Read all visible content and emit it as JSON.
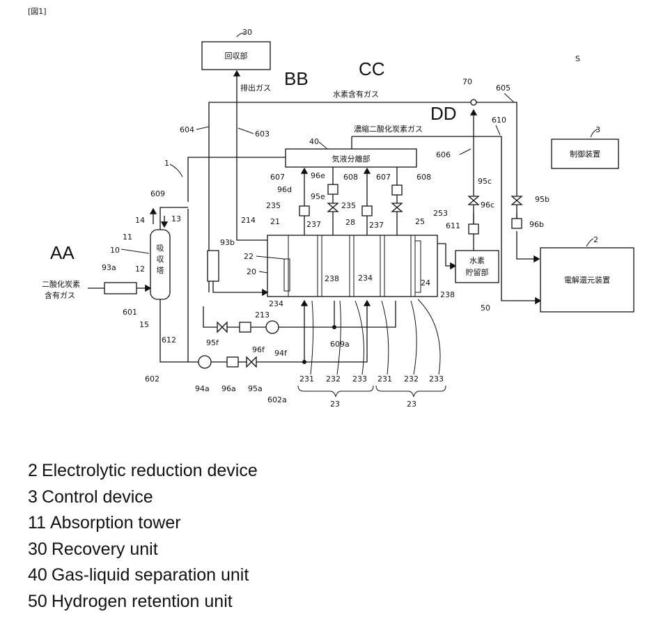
{
  "figure_label": "[図1]",
  "system_ref": "S",
  "callouts": {
    "AA": "AA",
    "BB": "BB",
    "CC": "CC",
    "DD": "DD"
  },
  "boxes": {
    "recovery": "回収部",
    "gas_liquid": "気液分離部",
    "control": "制御装置",
    "electrolytic": "電解還元装置",
    "hydrogen": [
      "水素",
      "貯留部"
    ],
    "absorber": [
      "吸",
      "収",
      "塔"
    ]
  },
  "gas_labels": {
    "exhaust": "排出ガス",
    "hydrogen_gas": "水素含有ガス",
    "concentrated_co2": "濃縮二酸化炭素ガス",
    "co2_gas": [
      "二酸化炭素",
      "含有ガス"
    ]
  },
  "refs": {
    "r30": "30",
    "r3": "3",
    "r2": "2",
    "r1": "1",
    "r70": "70",
    "r605": "605",
    "r610": "610",
    "r606": "606",
    "r604": "604",
    "r603": "603",
    "r40": "40",
    "r607a": "607",
    "r96e": "96e",
    "r608a": "608",
    "r607b": "607",
    "r608b": "608",
    "r96d": "96d",
    "r95e": "95e",
    "r235a": "235",
    "r235b": "235",
    "r95c": "95c",
    "r96c": "96c",
    "r95b": "95b",
    "r96b": "96b",
    "r609": "609",
    "r14": "14",
    "r13": "13",
    "r11": "11",
    "r10": "10",
    "r214": "214",
    "r21": "21",
    "r237a": "237",
    "r28": "28",
    "r237b": "237",
    "r25": "25",
    "r253": "253",
    "r611": "611",
    "r93b": "93b",
    "r22": "22",
    "r20": "20",
    "r93a": "93a",
    "r12": "12",
    "r601": "601",
    "r15": "15",
    "r238a": "238",
    "r234": "234",
    "r24": "24",
    "r238b": "238",
    "r50": "50",
    "r234b": "234",
    "r213": "213",
    "r612": "612",
    "r95f": "95f",
    "r96f": "96f",
    "r94f": "94f",
    "r609a": "609a",
    "r602": "602",
    "r94a": "94a",
    "r96a": "96a",
    "r95a": "95a",
    "r602a": "602a",
    "r231a": "231",
    "r232a": "232",
    "r233a": "233",
    "r231b": "231",
    "r232b": "232",
    "r233b": "233",
    "r23a": "23",
    "r23b": "23"
  },
  "legend": [
    {
      "num": "2",
      "text": "Electrolytic reduction device"
    },
    {
      "num": "3",
      "text": "Control device"
    },
    {
      "num": "11",
      "text": "Absorption tower"
    },
    {
      "num": "30",
      "text": "Recovery unit"
    },
    {
      "num": "40",
      "text": "Gas-liquid separation unit"
    },
    {
      "num": "50",
      "text": "Hydrogen retention unit"
    }
  ]
}
